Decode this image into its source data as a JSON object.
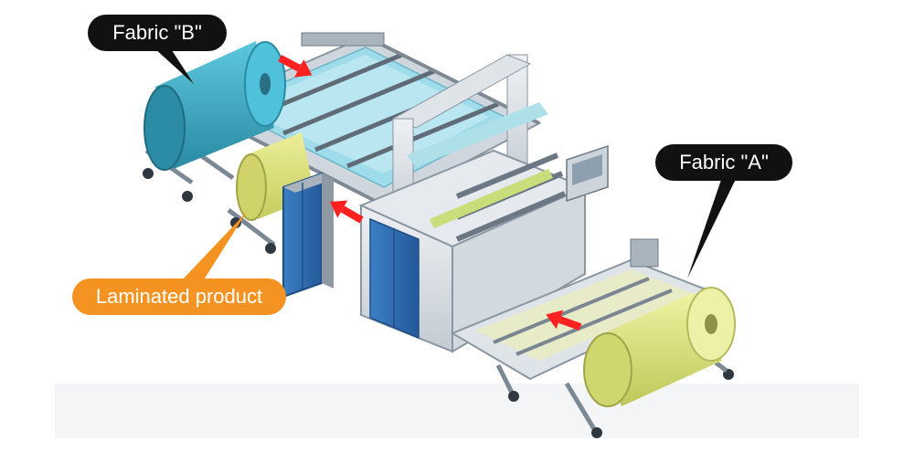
{
  "labels": {
    "fabric_b": "Fabric \"B\"",
    "fabric_a": "Fabric \"A\"",
    "laminated": "Laminated product"
  },
  "colors": {
    "background": "#ffffff",
    "machine_frame": "#d7dde3",
    "machine_frame_dark": "#9aa6b1",
    "panel_blue": "#2f6fb3",
    "fabric_b_roll": "#3fb0c9",
    "fabric_b_sheet": "#7fd3e6",
    "fabric_a_roll": "#dfe58a",
    "fabric_a_sheet": "#eef0b4",
    "laminated_roll": "#d9dc7a",
    "arrow": "#ff2020",
    "label_dark_bg": "#111111",
    "label_dark_text": "#ffffff",
    "label_orange_bg": "#f59322",
    "label_orange_text": "#ffffff"
  },
  "icons": {
    "flow_arrow": "red-arrow-icon",
    "control_screen": "control-panel-screen-icon"
  }
}
